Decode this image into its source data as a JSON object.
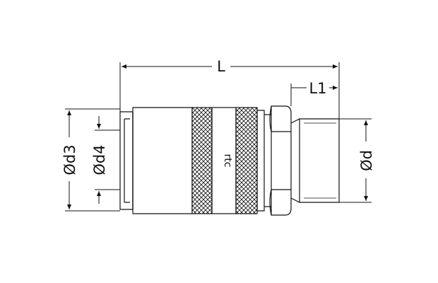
{
  "drawing": {
    "dimensions": {
      "length": "L",
      "length1": "L1",
      "diameter3": "Ød3",
      "diameter4": "Ød4",
      "diameter": "Ød"
    },
    "brand_mark": "rtc"
  },
  "colors": {
    "line": "#111111",
    "background": "#ffffff"
  }
}
